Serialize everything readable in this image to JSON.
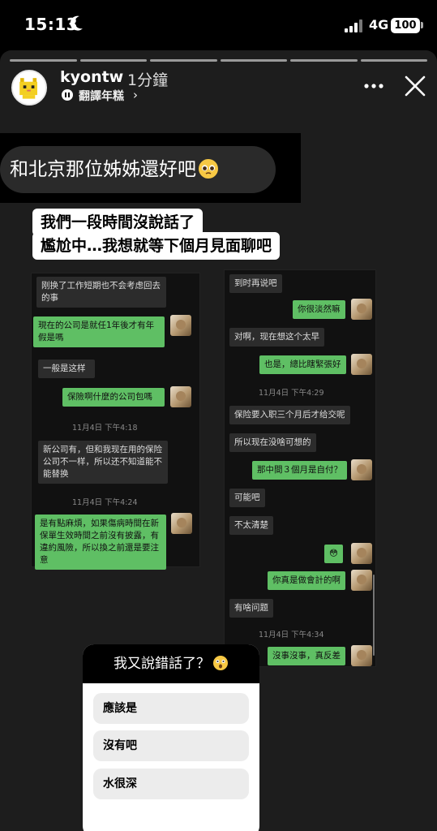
{
  "status_bar": {
    "time": "15:13",
    "network": "4G",
    "battery": "100"
  },
  "story": {
    "username": "kyontw",
    "posted_ago": "1分鐘",
    "song": "翻譯年糕"
  },
  "content": {
    "question": "和北京那位姊姊還好吧",
    "caption_line1": "我們一段時間沒說話了",
    "caption_line2": "尷尬中…我想就等下個月見面聊吧"
  },
  "chat_left": {
    "m1": "刚换了工作短期也不会考虑回去的事",
    "m2": "現在的公司是就任1年後才有年假是嗎",
    "m3": "一般是这样",
    "m4": "保險啊什麼的公司包嗎",
    "t1": "11月4日 下午4:18",
    "m5": "新公司有，但和我现在用的保险公司不一样，所以还不知道能不能替换",
    "t2": "11月4日 下午4:24",
    "m6": "是有點麻煩，如果傷病時間在新保單生效時間之前沒有披露，有違約風險，所以換之前還是要注意"
  },
  "chat_right": {
    "m1": "到时再说吧",
    "m2": "你很淡然嘛",
    "m3": "对啊，现在想这个太早",
    "m4": "也是，總比瞎緊張好",
    "t1": "11月4日 下午4:29",
    "m5": "保险要入职三个月后才给交呢",
    "m6": "所以现在没啥可想的",
    "m7": "那中間３個月是自付？",
    "m8": "可能吧",
    "m9": "不太清楚",
    "m10": "😳",
    "m11": "你真是做會計的啊",
    "m12": "有啥问题",
    "t2": "11月4日 下午4:34",
    "m13": "沒事沒事，真反差"
  },
  "poll": {
    "question": "我又說錯話了？",
    "options": [
      "應該是",
      "沒有吧",
      "水很深"
    ]
  },
  "icons": {
    "moon": "moon-icon",
    "signal": "signal-icon",
    "music": "music-icon",
    "more": "more-icon",
    "close": "close-icon"
  }
}
